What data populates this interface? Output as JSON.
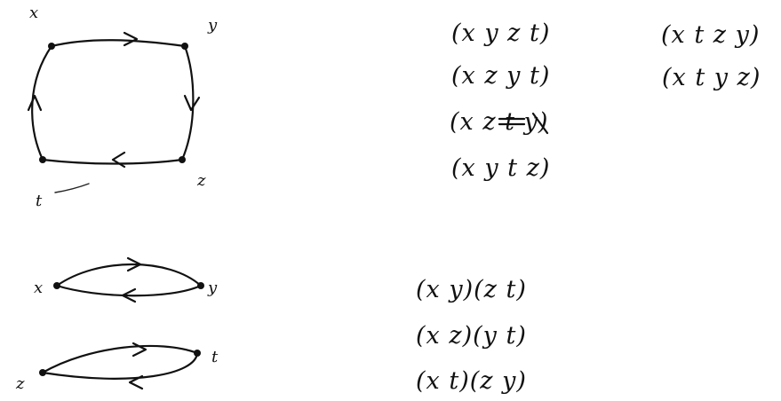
{
  "vertex_labels": {
    "x": "x",
    "y": "y",
    "z": "z",
    "t": "t"
  },
  "four_cycles": [
    "(x y  z t)",
    "(x z y t)",
    "(x z t y)",
    "(x y t z)",
    "(x t z y)",
    "(x t y z)"
  ],
  "two_cycle_pairs": [
    "(x y)(z t)",
    "(x z)(y t)",
    "(x t)(z y)"
  ]
}
